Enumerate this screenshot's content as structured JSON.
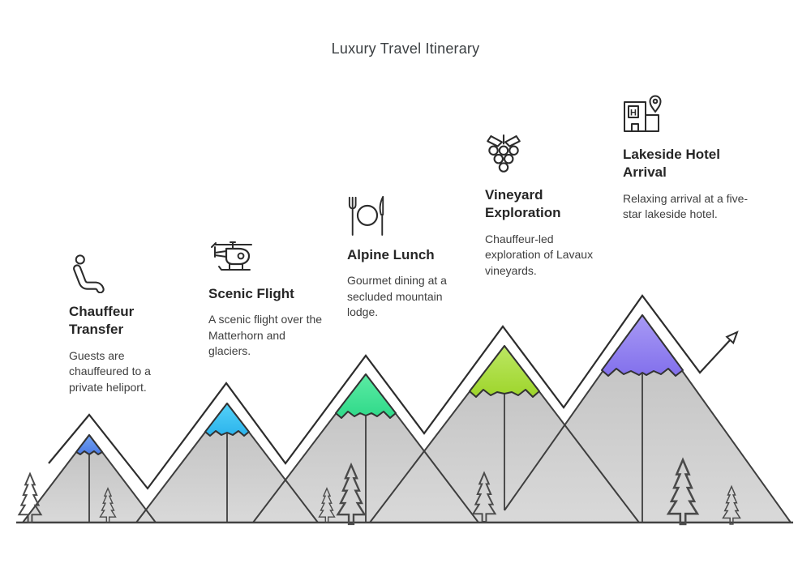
{
  "title": "Luxury Travel Itinerary",
  "steps": [
    {
      "icon": "car-seat-icon",
      "title": "Chauffeur Transfer",
      "description": "Guests are chauffeured to a private heliport.",
      "peak_top": "#74a3f3",
      "peak_bottom": "#4a7ae3"
    },
    {
      "icon": "helicopter-icon",
      "title": "Scenic Flight",
      "description": "A scenic flight over the Matterhorn and glaciers.",
      "peak_top": "#55d2f8",
      "peak_bottom": "#2bb3ec"
    },
    {
      "icon": "fork-knife-plate-icon",
      "title": "Alpine Lunch",
      "description": "Gourmet dining at a secluded mountain lodge.",
      "peak_top": "#5ceba4",
      "peak_bottom": "#2fd989"
    },
    {
      "icon": "grapes-icon",
      "title": "Vineyard Exploration",
      "description": "Chauffeur-led exploration of Lavaux vineyards.",
      "peak_top": "#bce763",
      "peak_bottom": "#9ed52b"
    },
    {
      "icon": "hotel-location-icon",
      "title": "Lakeside Hotel Arrival",
      "description": "Relaxing arrival at a five-star lakeside hotel.",
      "peak_top": "#a89af5",
      "peak_bottom": "#8270ec",
      "hotel_letter": "H"
    }
  ],
  "scene": {
    "mountain_top": "#bfbfbf",
    "mountain_bottom": "#d9d9d9",
    "mountain_stroke": "#3e3e3e",
    "trail_color": "#2d2d2d",
    "tree_color": "#4a4a4a"
  }
}
